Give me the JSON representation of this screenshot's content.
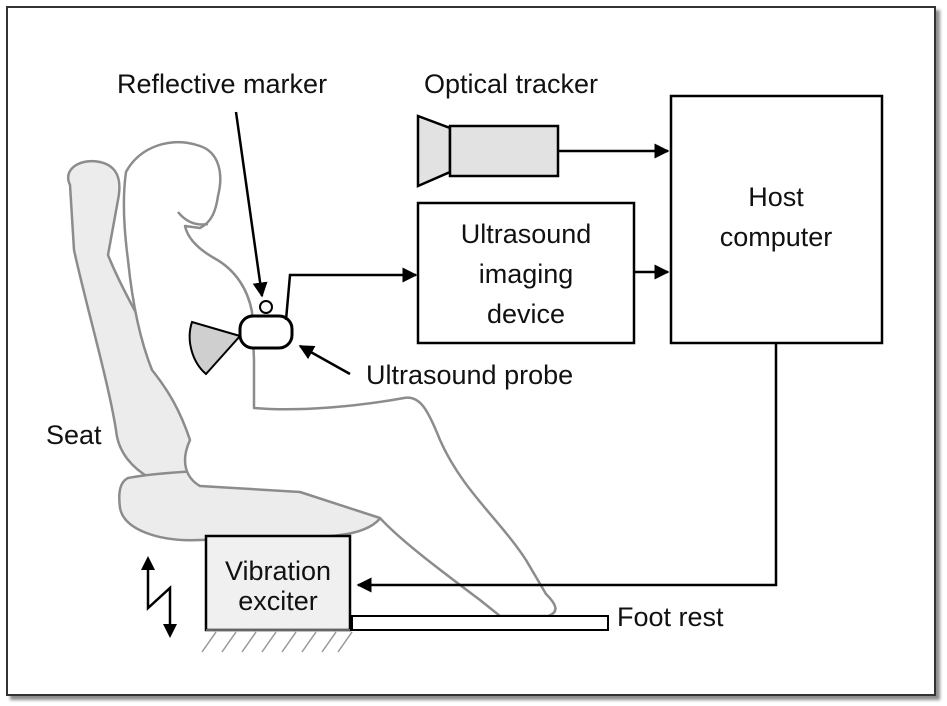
{
  "labels": {
    "reflective_marker": "Reflective marker",
    "optical_tracker": "Optical tracker",
    "ultrasound_device": [
      "Ultrasound",
      "imaging",
      "device"
    ],
    "host_computer": [
      "Host",
      "computer"
    ],
    "ultrasound_probe": "Ultrasound probe",
    "seat": "Seat",
    "vibration_exciter": [
      "Vibration",
      "exciter"
    ],
    "foot_rest": "Foot rest"
  },
  "colors": {
    "line": "#000000",
    "outline_gray": "#8c8c8c",
    "seat_fill": "#ececec",
    "exciter_fill": "#f0f0f0",
    "camera_fill": "#e2e2e2",
    "probe_beam_fill": "#cfcfcf"
  }
}
